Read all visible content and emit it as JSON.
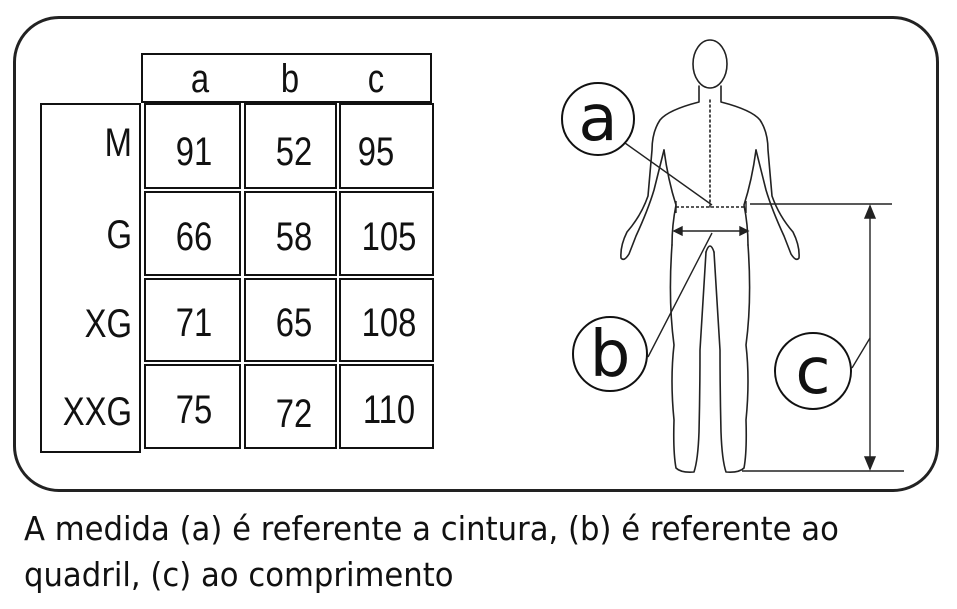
{
  "table": {
    "columns": [
      "a",
      "b",
      "c"
    ],
    "rows": [
      {
        "size": "M",
        "values": [
          "91",
          "52",
          "95"
        ]
      },
      {
        "size": "G",
        "values": [
          "66",
          "58",
          "105"
        ]
      },
      {
        "size": "XG",
        "values": [
          "71",
          "65",
          "108"
        ]
      },
      {
        "size": "XXG",
        "values": [
          "75",
          "72",
          "110"
        ]
      }
    ]
  },
  "figure": {
    "labels": [
      "a",
      "b",
      "c"
    ]
  },
  "caption": {
    "line1": "A medida (a) é referente a cintura, (b) é referente ao",
    "line2": "quadril, (c) ao comprimento"
  }
}
